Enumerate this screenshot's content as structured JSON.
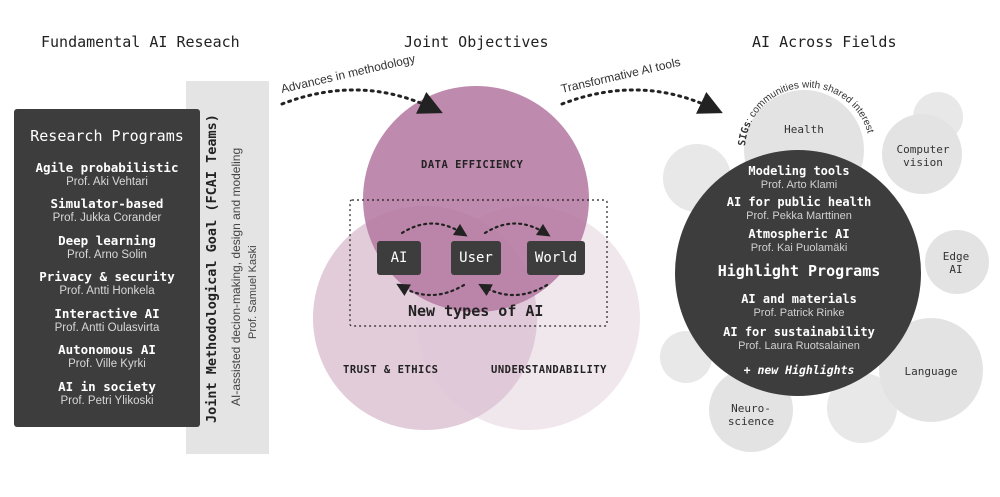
{
  "columns": {
    "left_title": "Fundamental AI Reseach",
    "middle_title": "Joint Objectives",
    "right_title": "AI Across Fields"
  },
  "research_programs": {
    "title": "Research Programs",
    "items": [
      {
        "name": "Agile probabilistic",
        "prof": "Prof. Aki Vehtari"
      },
      {
        "name": "Simulator-based",
        "prof": "Prof. Jukka Corander"
      },
      {
        "name": "Deep learning",
        "prof": "Prof. Arno Solin"
      },
      {
        "name": "Privacy & security",
        "prof": "Prof. Antti Honkela"
      },
      {
        "name": "Interactive AI",
        "prof": "Prof. Antti Oulasvirta"
      },
      {
        "name": "Autonomous AI",
        "prof": "Prof. Ville Kyrki"
      },
      {
        "name": "AI in society",
        "prof": "Prof. Petri Ylikoski"
      }
    ]
  },
  "joint_goal": {
    "title": "Joint Methodological Goal (FCAI Teams)",
    "subtitle": "AI-assisted decion-making, design and modeling",
    "prof": "Prof. Samuel Kaski"
  },
  "arrows": {
    "methodology": "Advances in methodology",
    "tools": "Transformative AI tools"
  },
  "venn": {
    "top": "DATA EFFICIENCY",
    "left": "TRUST & ETHICS",
    "right": "UNDERSTANDABILITY",
    "nodes": [
      "AI",
      "User",
      "World"
    ],
    "center_label": "New types of AI",
    "colors": {
      "top": "#b57aa2",
      "left": "#ddc3d4",
      "right": "#efe6ec"
    }
  },
  "fields": {
    "sigs_label": "SIGs",
    "sigs_desc": ": communities with shared interest",
    "health": "Health",
    "computer_vision": "Computer vision",
    "edge_ai": "Edge AI",
    "language": "Language",
    "neuroscience": "Neuro- science"
  },
  "highlights": {
    "title": "Highlight Programs",
    "items": [
      {
        "name": "Modeling tools",
        "prof": "Prof. Arto Klami"
      },
      {
        "name": "AI for public health",
        "prof": "Prof. Pekka Marttinen"
      },
      {
        "name": "Atmospheric AI",
        "prof": "Prof. Kai Puolamäki"
      },
      {
        "name": "AI and materials",
        "prof": "Prof. Patrick Rinke"
      },
      {
        "name": "AI for sustainability",
        "prof": "Prof. Laura Ruotsalainen"
      }
    ],
    "new": "+ new Highlights"
  }
}
